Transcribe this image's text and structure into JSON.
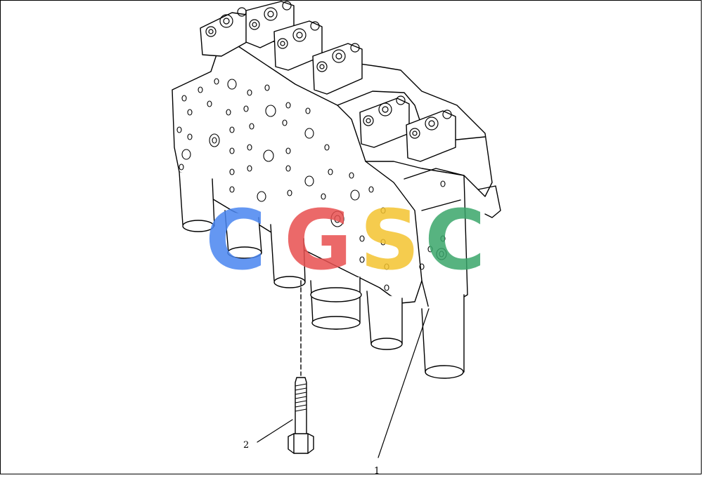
{
  "callouts": {
    "part_1": "1",
    "part_2": "2"
  },
  "watermark": {
    "letters": [
      "C",
      "G",
      "S",
      "C"
    ],
    "colors": [
      "#4a86f0",
      "#e85050",
      "#f4c430",
      "#3aa66b"
    ]
  }
}
